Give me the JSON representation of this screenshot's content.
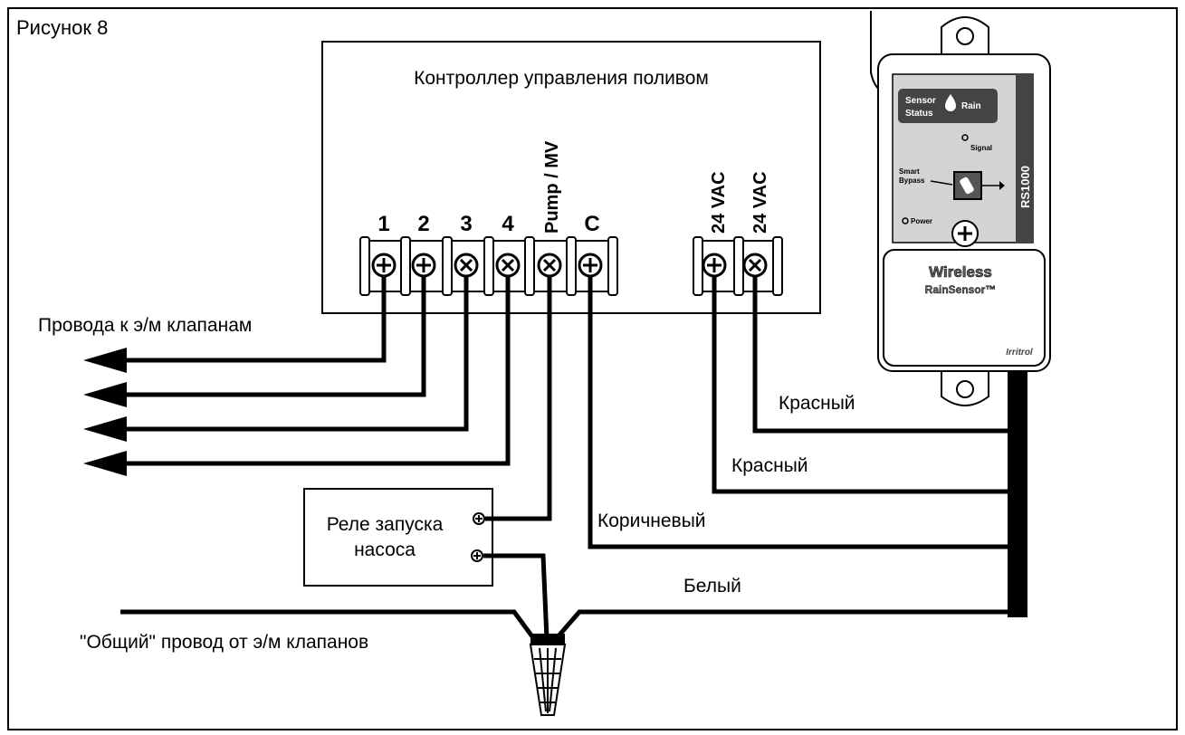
{
  "figure_label": "Рисунок 8",
  "controller": {
    "title": "Контроллер управления поливом",
    "terminals": [
      "1",
      "2",
      "3",
      "4",
      "Pump / MV",
      "C",
      "24 VAC",
      "24 VAC"
    ]
  },
  "labels": {
    "valve_wires": "Провода к э/м клапанам",
    "common_wire": "\"Общий\" провод от э/м клапанов",
    "relay_line1": "Реле запуска",
    "relay_line2": "насоса",
    "red_1": "Красный",
    "red_2": "Красный",
    "brown": "Коричневый",
    "white": "Белый"
  },
  "sensor": {
    "model": "RS1000",
    "status_line1": "Sensor",
    "status_line2": "Status",
    "status_rain": "Rain",
    "signal": "Signal",
    "bypass_line1": "Smart",
    "bypass_line2": "Bypass",
    "power": "Power",
    "brand_line1": "Wireless",
    "brand_line2": "RainSensor™",
    "maker": "Irritrol"
  }
}
